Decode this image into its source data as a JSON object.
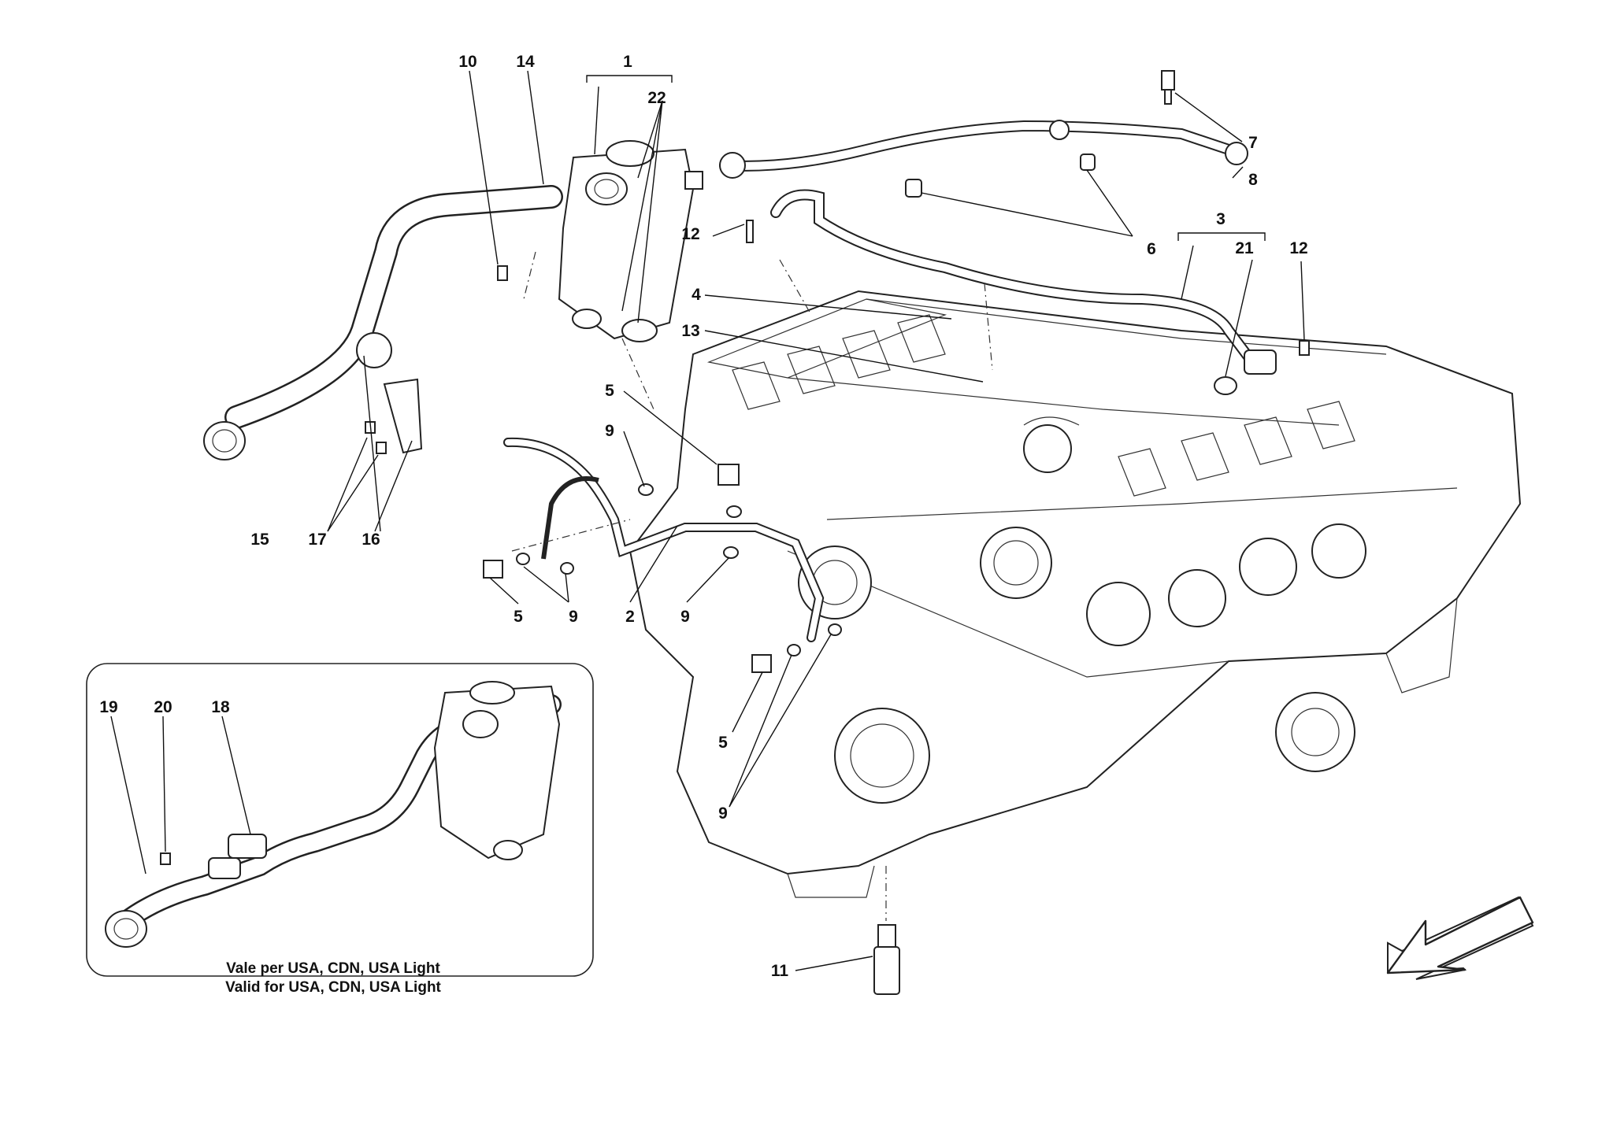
{
  "callouts": {
    "c1": "1",
    "c2": "2",
    "c3": "3",
    "c4": "4",
    "c5a": "5",
    "c5b": "5",
    "c5c": "5",
    "c6": "6",
    "c7": "7",
    "c8": "8",
    "c9a": "9",
    "c9b": "9",
    "c9c": "9",
    "c9d": "9",
    "c10": "10",
    "c11": "11",
    "c12a": "12",
    "c12b": "12",
    "c13": "13",
    "c14": "14",
    "c15": "15",
    "c16": "16",
    "c17": "17",
    "c18": "18",
    "c19": "19",
    "c20": "20",
    "c21": "21",
    "c22": "22"
  },
  "inset_note": {
    "line1": "Vale per USA, CDN, USA Light",
    "line2": "Valid for USA, CDN, USA Light"
  },
  "icons": {
    "direction_arrow": "front-direction-arrow-icon"
  }
}
